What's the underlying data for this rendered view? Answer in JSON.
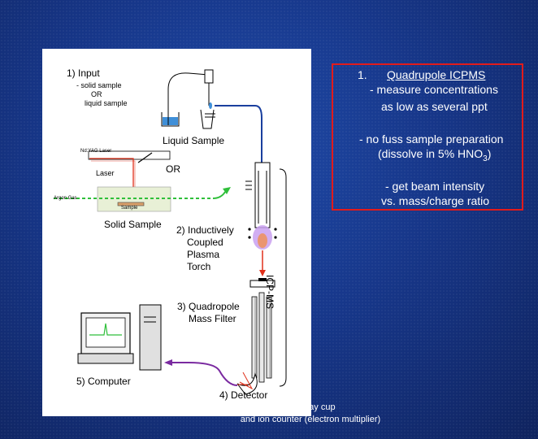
{
  "diagram": {
    "input": {
      "title": "1) Input",
      "line1": "- solid sample",
      "line2": "OR",
      "line3": "liquid sample"
    },
    "liquid_sample": "Liquid Sample",
    "or_label": "OR",
    "laser_label": "Nd:YAG Laser",
    "laser_box": "Laser",
    "argon_gas": "Argon Gas",
    "sample_label": "Sample",
    "solid_sample": "Solid Sample",
    "torch": {
      "line1": "2) Inductively",
      "line2": "Coupled",
      "line3": "Plasma",
      "line4": "Torch"
    },
    "quadrupole": {
      "line1": "3) Quadropole",
      "line2": "Mass Filter"
    },
    "icp_ms": "ICP-MS",
    "computer": "5) Computer",
    "detector": "4) Detector"
  },
  "info_box": {
    "number": "1.",
    "title": "Quadrupole ICPMS",
    "line1": "- measure concentrations",
    "line2": "as low as several ppt",
    "line3": "- no fuss sample preparation",
    "line4_prefix": "(dissolve in 5% HNO",
    "line4_sub": "3",
    "line4_suffix": ")",
    "line5": "- get beam intensity",
    "line6": "vs. mass/charge ratio"
  },
  "caption": {
    "line1": "Faraday cup",
    "line2": "and ion counter (electron multiplier)"
  },
  "colors": {
    "background": "#17378a",
    "box_border": "#e21b1b",
    "green_flow": "#2fbf3a",
    "blue_flow": "#1a3f9e",
    "purple_flow": "#7a2aa0",
    "red_beam": "#e0301a",
    "liquid": "#3f8fd8"
  }
}
